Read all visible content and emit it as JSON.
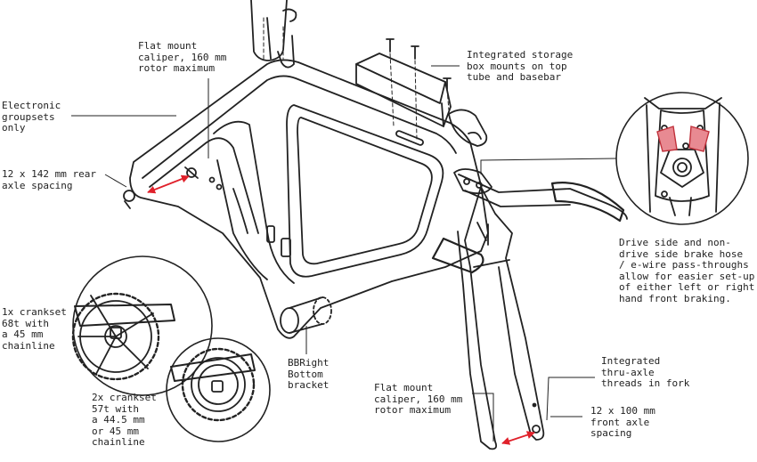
{
  "colors": {
    "ink": "#222222",
    "dimension_arrow": "#e0212b",
    "highlight_fill": "#e88a92",
    "background": "#ffffff"
  },
  "callouts": {
    "flat_mount_rear": "Flat mount\ncaliper, 160 mm\nrotor maximum",
    "storage_box": "Integrated storage\nbox mounts on top\ntube and basebar",
    "electronic": "Electronic\ngroupsets\nonly",
    "rear_axle": "12 x 142 mm rear\naxle spacing",
    "brake_hose": "Drive side and non-\ndrive side brake hose\n/ e-wire pass-throughs\nallow for easier set-up\nof either left or right\nhand front braking.",
    "crankset_1x": "1x crankset\n68t with\na 45 mm\nchainline",
    "crankset_2x": "2x crankset\n57t with\na 44.5 mm\nor 45 mm\nchainline",
    "bb": "BBRight\nBottom\nbracket",
    "flat_mount_front": "Flat mount\ncaliper, 160 mm\nrotor maximum",
    "thru_axle": "Integrated\nthru-axle\nthreads in fork",
    "front_axle": "12 x 100 mm\nfront axle\nspacing"
  }
}
